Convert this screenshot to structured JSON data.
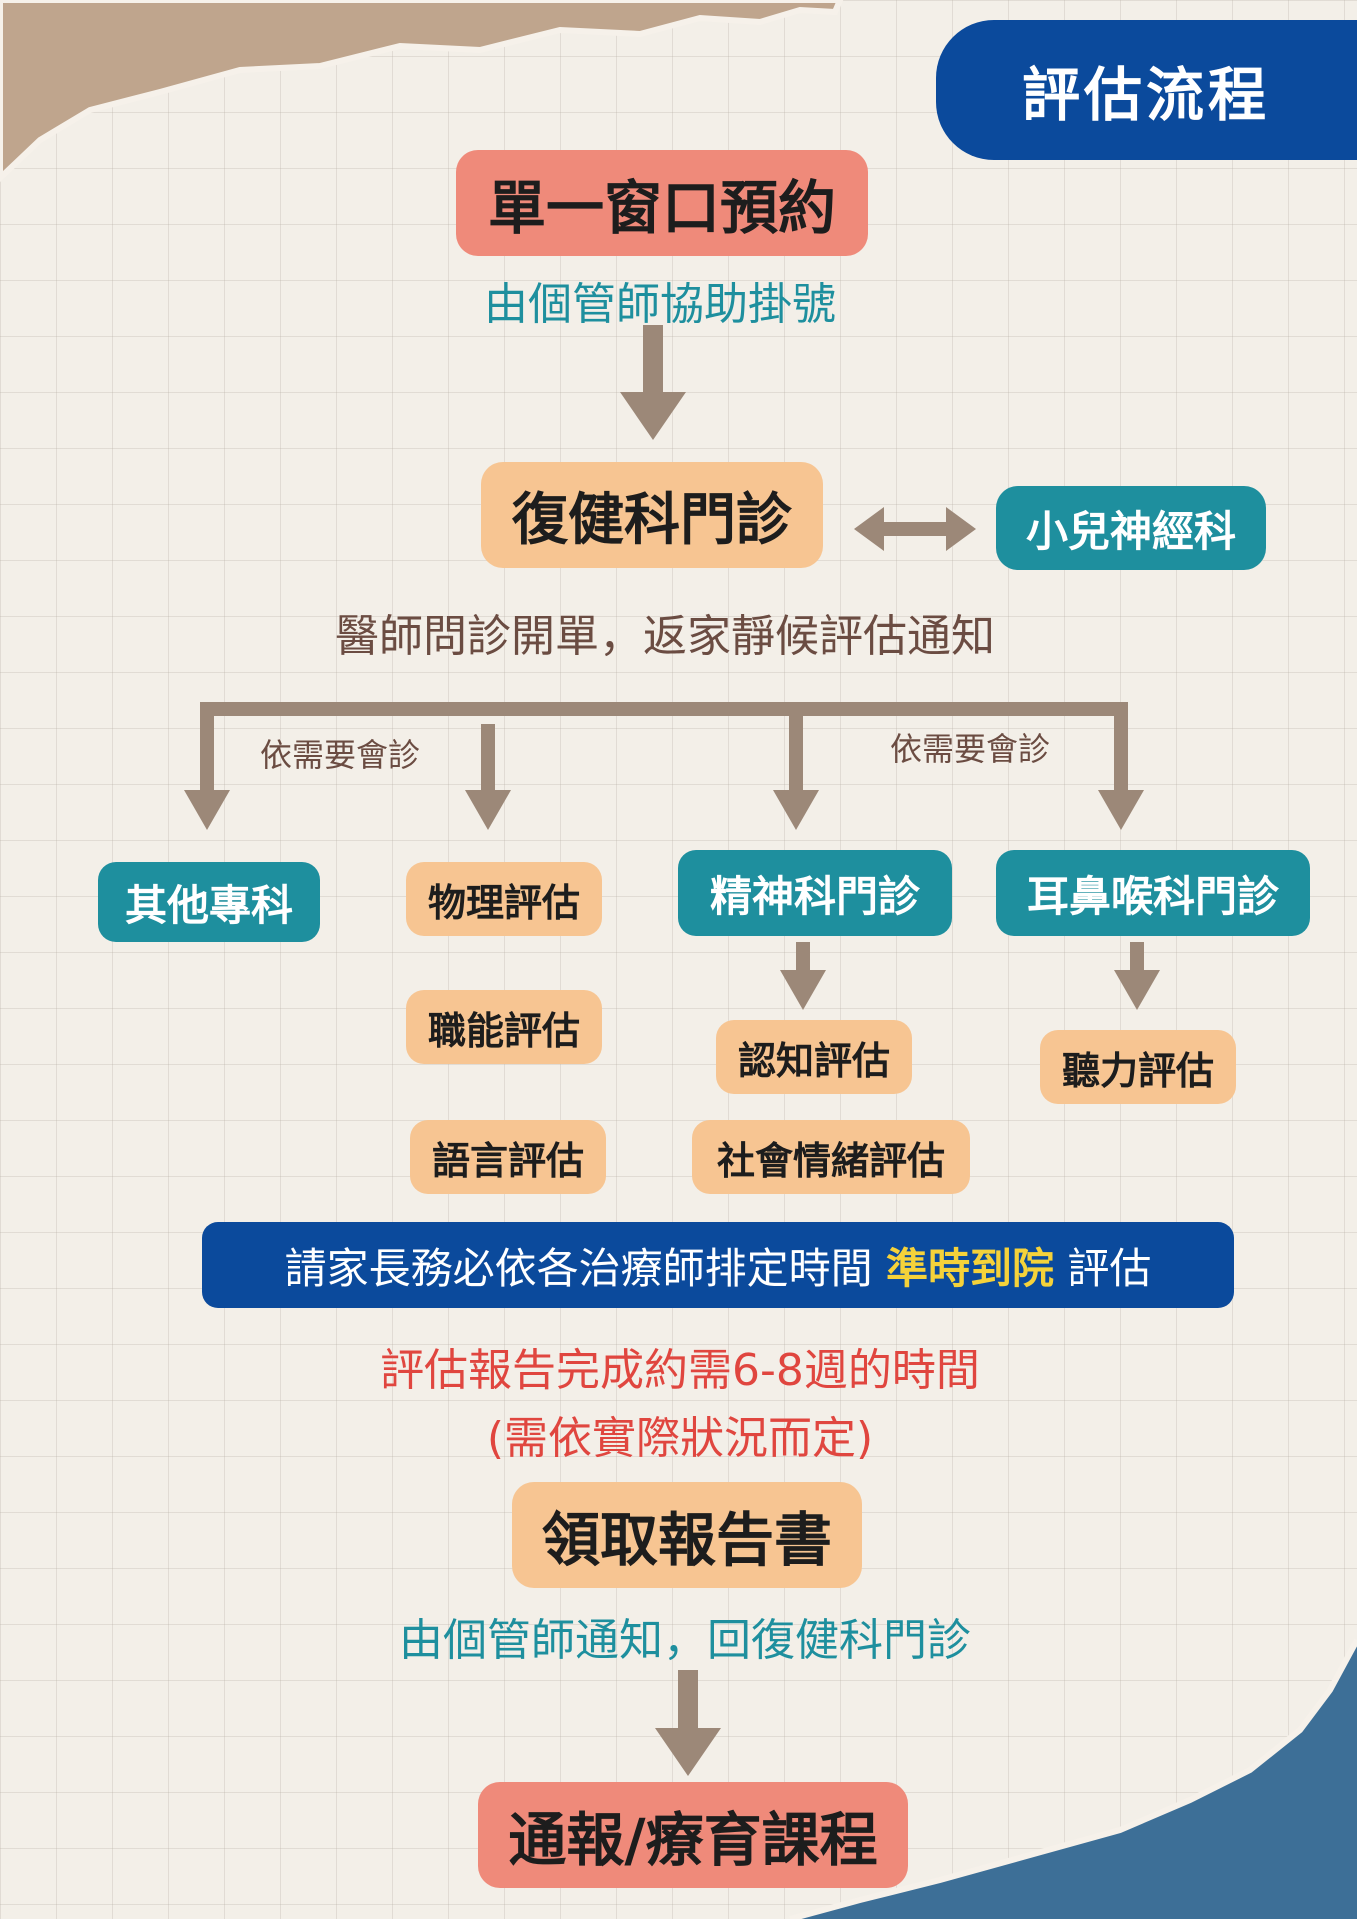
{
  "header_badge": "評估流程",
  "step1": {
    "title": "單一窗口預約",
    "subtitle": "由個管師協助掛號"
  },
  "step2": {
    "title": "復健科門診",
    "side": "小兒神經科",
    "subtitle": "醫師問診開單，返家靜候評估通知"
  },
  "branch_note_left": "依需要會診",
  "branch_note_right": "依需要會診",
  "branches": {
    "other": "其他專科",
    "physical": "物理評估",
    "occupational": "職能評估",
    "speech": "語言評估",
    "psych": "精神科門診",
    "cognitive": "認知評估",
    "social": "社會情緒評估",
    "ent": "耳鼻喉科門診",
    "hearing": "聽力評估"
  },
  "notice": {
    "before": "請家長務必依各治療師排定時間 ",
    "highlight": "準時到院",
    "after": " 評估"
  },
  "report_time": {
    "line1": "評估報告完成約需6-8週的時間",
    "line2": "(需依實際狀況而定)"
  },
  "step3": {
    "title": "領取報告書",
    "subtitle": "由個管師通知，回復健科門診"
  },
  "step4": {
    "title": "通報/療育課程"
  },
  "colors": {
    "salmon": "#ef8a7a",
    "peach": "#f7c592",
    "teal": "#1e8f9e",
    "navy": "#0b4a9c",
    "arrow": "#9c8878",
    "highlight": "#f5d23a",
    "red_text": "#e0463f",
    "teal_text": "#1e8f9e",
    "brown_text": "#6b4c42"
  }
}
